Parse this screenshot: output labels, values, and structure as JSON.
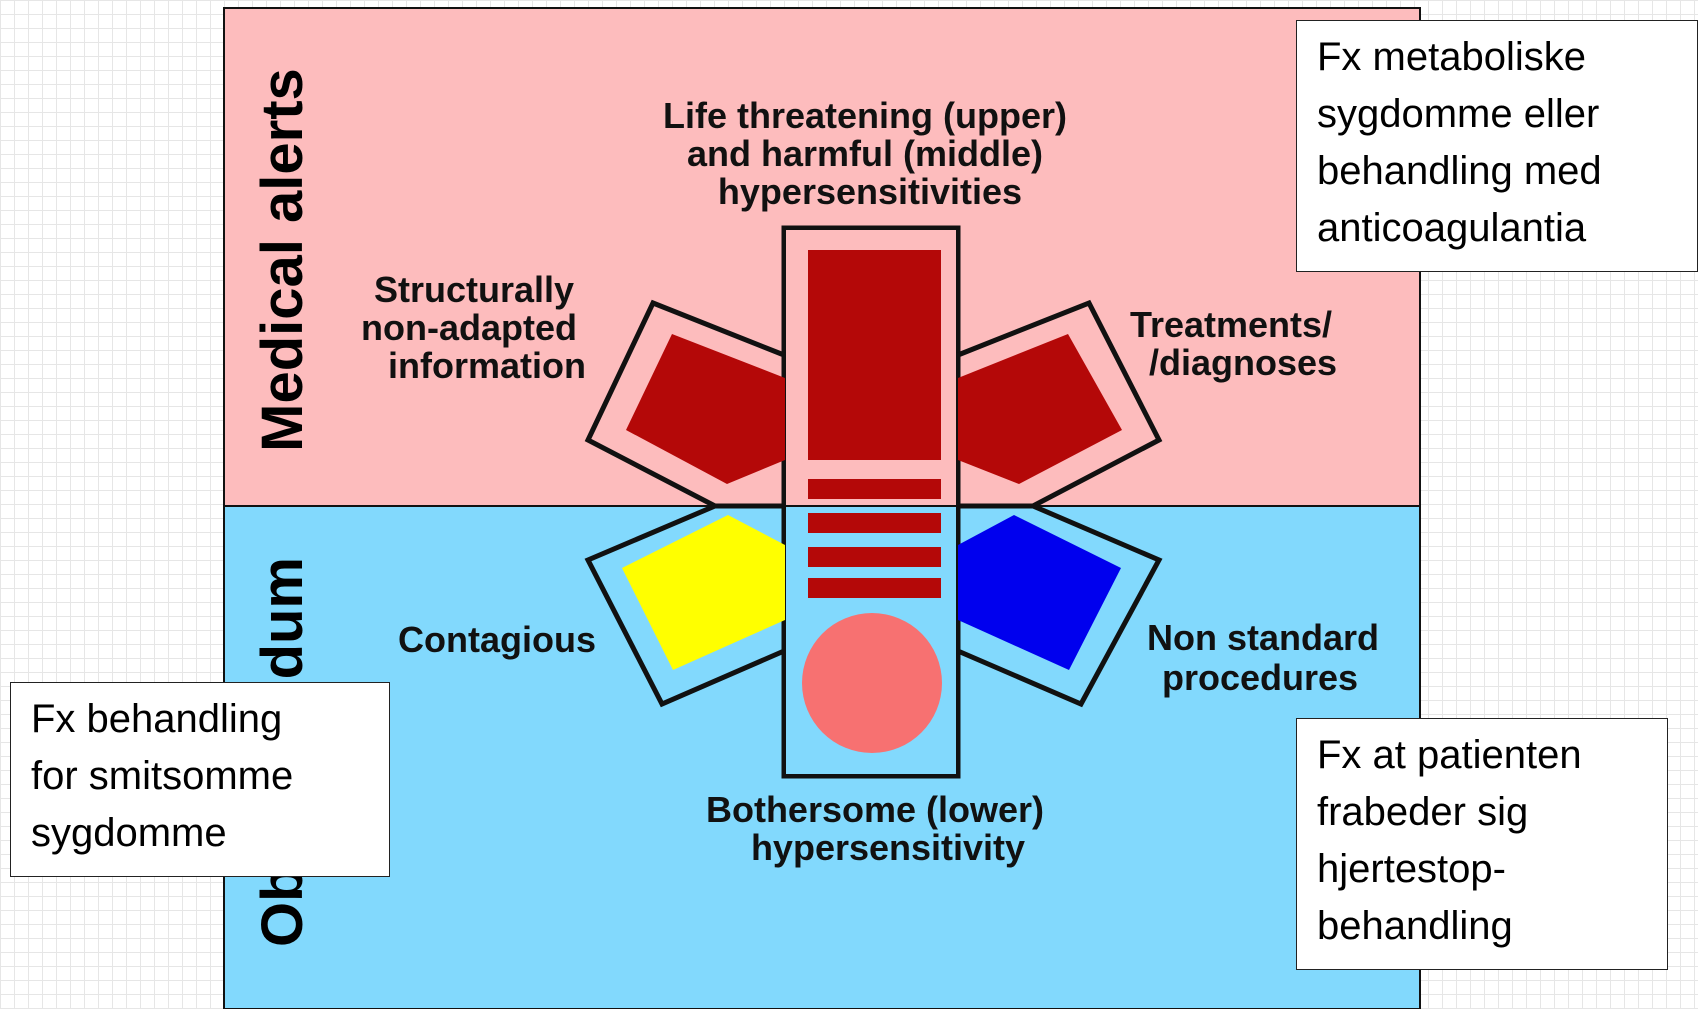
{
  "colors": {
    "medical_band": "#fdbcbd",
    "obs_band": "#82d9fd",
    "dark_red": "#b40808",
    "yellow": "#ffff00",
    "blue": "#0000ee",
    "salmon": "#f77171",
    "outline": "#111111"
  },
  "bands": {
    "top_label": "Medical alerts",
    "bottom_label": "Observandum"
  },
  "labels": {
    "life_threatening": [
      "Life threatening (upper)",
      "and harmful (middle)",
      "hypersensitivities"
    ],
    "structurally": [
      "Structurally",
      "non-adapted",
      "information"
    ],
    "treatments": [
      "Treatments/",
      "/diagnoses"
    ],
    "contagious": "Contagious",
    "non_standard": [
      "Non standard",
      "procedures"
    ],
    "bothersome": [
      "Bothersome (lower)",
      "hypersensitivity"
    ]
  },
  "notes": {
    "metabolic": [
      "Fx metaboliske",
      "sygdomme eller",
      "behandling med",
      "anticoagulantia"
    ],
    "contagious": [
      "Fx behandling",
      "for smitsomme",
      "sygdomme"
    ],
    "procedures": [
      "Fx at patienten",
      "frabeder sig",
      "hjertestop-",
      "behandling"
    ]
  }
}
